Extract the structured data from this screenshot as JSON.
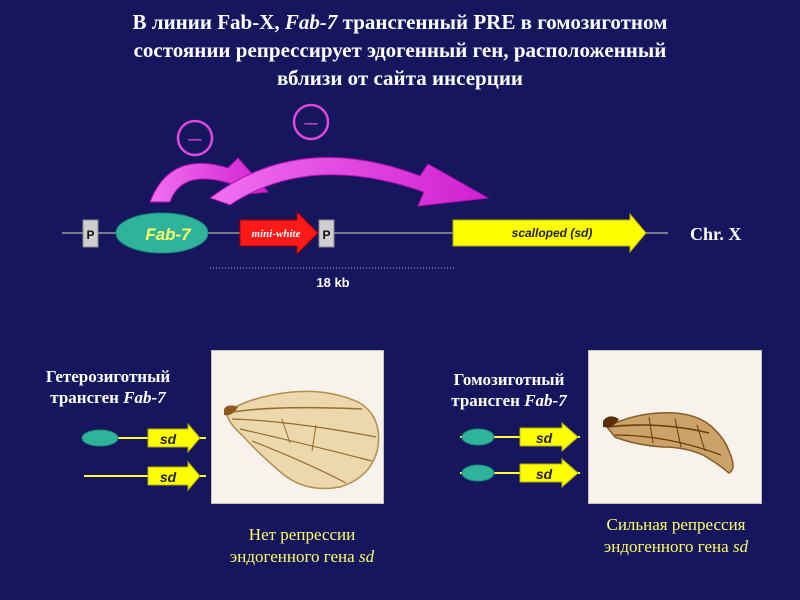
{
  "title": {
    "line1_a": "В линии Fab-X, ",
    "line1_b": "Fab-7",
    "line1_c": " трансгенный PRE в гомозиготном",
    "line2": "состоянии репрессирует эдогенный ген, расположенный",
    "line3": "вблизи от сайта инсерции"
  },
  "construct": {
    "minus_symbol": "–",
    "p_label": "P",
    "fab7_label": "Fab-7",
    "mini_white_label": "mini-white",
    "scalloped_label": "scalloped (sd)",
    "chr_label": "Chr. X",
    "distance_label": "18 kb"
  },
  "left_panel": {
    "genotype_line1": "Гетерозиготный",
    "genotype_line2_a": "трансген ",
    "genotype_line2_b": "Fab-7",
    "gene_top": "sd",
    "gene_bottom": "sd",
    "caption_line1": "Нет репрессии",
    "caption_line2_a": "эндогенного гена ",
    "caption_line2_b": "sd"
  },
  "right_panel": {
    "genotype_line1": "Гомозиготный",
    "genotype_line2_a": "трансген ",
    "genotype_line2_b": "Fab-7",
    "gene_top": "sd",
    "gene_bottom": "sd",
    "caption_line1": "Сильная репрессия",
    "caption_line2_a": "эндогенного гена ",
    "caption_line2_b": "sd"
  },
  "colors": {
    "background": "#16165e",
    "fab7_ellipse": "#2fb39a",
    "arrow_magenta": "#e046e0",
    "mini_white": "#ff1a1a",
    "scalloped": "#ffff00",
    "caption": "#ffff66"
  }
}
